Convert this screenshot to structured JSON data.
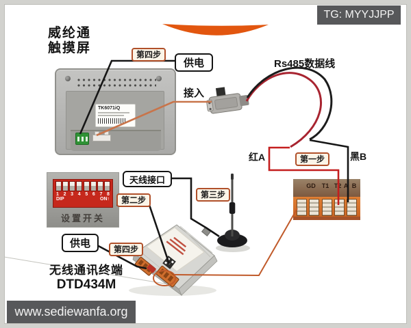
{
  "watermark": {
    "tg": "TG: MYYJJPP",
    "site": "www.sediewanfa.org"
  },
  "touchscreen": {
    "title_line1": "威纶通",
    "title_line2": "触摸屏",
    "model": "TK6071iQ",
    "labels": {
      "step4": "第四步",
      "power": "供电",
      "connect": "接入"
    }
  },
  "rs485": {
    "title": "Rs485数据线",
    "red_a": "红A",
    "step1": "第一步",
    "black_b": "黑B"
  },
  "terminal_block": {
    "pins": [
      "GD",
      "T1",
      "T2",
      "A",
      "B"
    ]
  },
  "dip_switch": {
    "numbers": [
      "1",
      "2",
      "3",
      "4",
      "5",
      "6",
      "7",
      "8"
    ],
    "dip_label": "DIP",
    "on_label": "ON↑",
    "caption": "设置开关"
  },
  "wireless_terminal": {
    "labels": {
      "antenna_port": "天线接口",
      "step3": "第三步",
      "step2": "第二步",
      "power": "供电",
      "step4": "第四步"
    },
    "name_line1": "无线通讯终端",
    "name_line2": "DTD434M"
  },
  "colors": {
    "accent_orange": "#e2560f",
    "wire_red": "#a82430",
    "wire_black": "#1c1c1c",
    "wire_orange": "#c8744a",
    "watermark_bg": "#57585a"
  }
}
